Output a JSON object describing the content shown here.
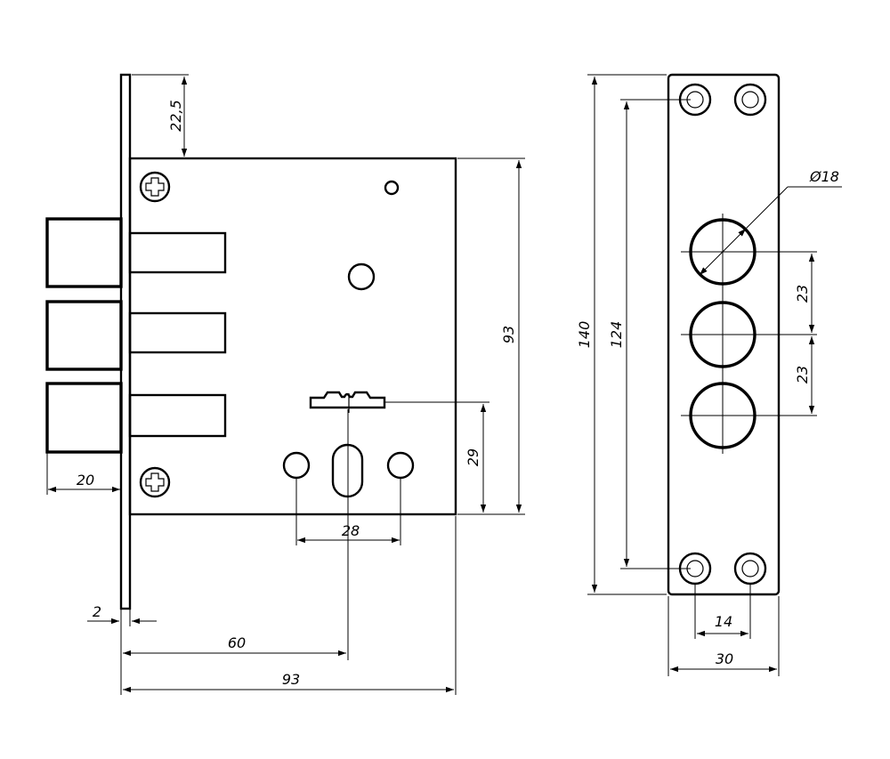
{
  "dimensions": {
    "top_offset": "22,5",
    "body_height": "93",
    "bolt_length": "20",
    "keyhole_height": "29",
    "cylinder_spacing": "28",
    "faceplate_thickness": "2",
    "backset": "60",
    "body_width": "93",
    "plate_length": "140",
    "plate_hole_spacing": "124",
    "bolt_diameter": "Ø18",
    "bolt_pitch_upper": "23",
    "bolt_pitch_lower": "23",
    "strike_hole_spacing": "14",
    "strike_width": "30"
  },
  "colors": {
    "line": "#000000",
    "background": "#ffffff"
  }
}
